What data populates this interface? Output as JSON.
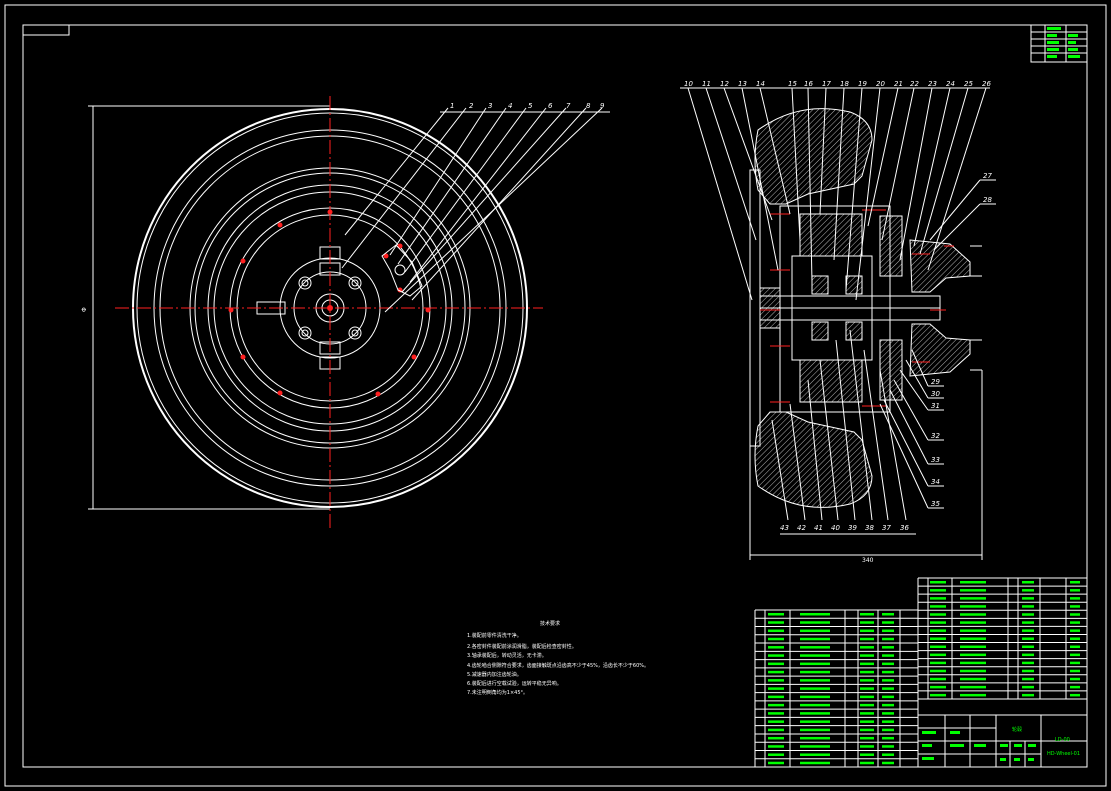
{
  "front_view": {
    "part_labels": [
      "1",
      "2",
      "3",
      "4",
      "5",
      "6",
      "7",
      "8",
      "9"
    ],
    "dimension_text": "Φ"
  },
  "section_view": {
    "top_labels": [
      "10",
      "11",
      "12",
      "13",
      "14",
      "15",
      "16",
      "17",
      "18",
      "19",
      "20",
      "21",
      "22",
      "23",
      "24",
      "25",
      "26"
    ],
    "right_labels": [
      "27",
      "28",
      "29",
      "30",
      "31",
      "32",
      "33",
      "34",
      "35"
    ],
    "bottom_labels": [
      "43",
      "42",
      "41",
      "40",
      "39",
      "38",
      "37",
      "36"
    ],
    "dimension_text": "340"
  },
  "notes": {
    "title": "技术要求",
    "lines": [
      "1.装配前零件清洗干净。",
      "2.各密封件装配前涂润滑脂，装配后检查密封性。",
      "3.轴承装配后，转动灵活，无卡滞。",
      "4.齿轮啮合侧隙符合要求，齿面接触斑点沿齿高不少于45%，沿齿长不少于60%。",
      "5.减速器内加注齿轮油。",
      "6.装配后进行空载试验，运转平稳无异响。",
      "7.未注明倒角均为1×45°。"
    ]
  },
  "title_block": {
    "name": "轮毂",
    "drawing_no": "LD-00",
    "code": "HD-Wheel-01"
  },
  "colors": {
    "drawing": "#ffffff",
    "centerline": "#ff2020",
    "table_text": "#00ff00",
    "background": "#000000"
  }
}
